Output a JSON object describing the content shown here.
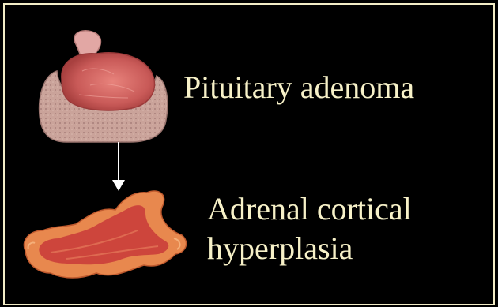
{
  "slide": {
    "labels": {
      "pituitary": "Pituitary adenoma",
      "adrenal_line1": "Adrenal cortical",
      "adrenal_line2": "hyperplasia"
    },
    "colors": {
      "background": "#000000",
      "text": "#f7f1c8",
      "frame": "#f2ecc6",
      "arrow": "#ffffff",
      "tissue_pink": "#d87a70",
      "tissue_red": "#c8393a",
      "tissue_orange": "#e8884e"
    },
    "images": {
      "pituitary": "pituitary-adenoma-illustration",
      "adrenal": "adrenal-hyperplasia-illustration"
    }
  }
}
